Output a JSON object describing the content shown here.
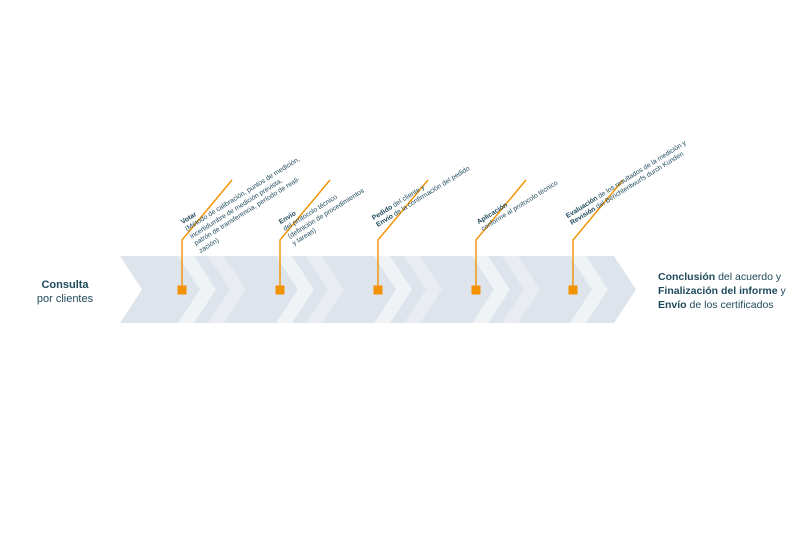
{
  "start": {
    "bold": "Consulta",
    "normal": "por clientes"
  },
  "steps": [
    {
      "lines": [
        {
          "bold": "Votar",
          "text": ""
        },
        {
          "bold": "",
          "text": "(Método de calibración, puntos de medición,"
        },
        {
          "bold": "",
          "text": "incertidumbre de medición prevista,"
        },
        {
          "bold": "",
          "text": "patrón de transferencia, período de reali-"
        },
        {
          "bold": "",
          "text": "zación)"
        }
      ]
    },
    {
      "lines": [
        {
          "bold": "Envío",
          "text": ""
        },
        {
          "bold": "",
          "text": "del protocolo técnico"
        },
        {
          "bold": "",
          "text": "(definición de procedimientos"
        },
        {
          "bold": "",
          "text": "y tareas)"
        }
      ]
    },
    {
      "lines": [
        {
          "bold": "Pedido",
          "text": " del cliente y"
        },
        {
          "bold": "Envío",
          "text": " de la confirmación del pedido"
        }
      ]
    },
    {
      "lines": [
        {
          "bold": "Aplicación",
          "text": ""
        },
        {
          "bold": "",
          "text": "conforme al protocolo técnico"
        }
      ]
    },
    {
      "lines": [
        {
          "bold": "Evaluación",
          "text": " de los resultados de la medición y"
        },
        {
          "bold": "Revisión",
          "text": " del Berichtentwurfs durch Kunden"
        }
      ]
    }
  ],
  "end": {
    "lines": [
      {
        "bold": "Conclusión",
        "text": " del acuerdo y"
      },
      {
        "bold": "Finalización del informe",
        "text": " y"
      },
      {
        "bold": "Envío",
        "text": " de los certificados"
      }
    ]
  },
  "colors": {
    "arrow": "#dde4ec",
    "arrow_light": "#eef2f6",
    "accent": "#f39200",
    "text": "#1f4a5c"
  }
}
